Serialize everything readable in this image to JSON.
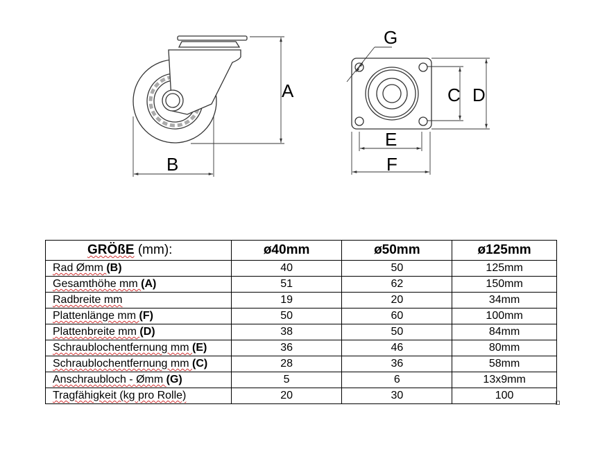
{
  "drawing": {
    "labels": {
      "a": "A",
      "b": "B",
      "c": "C",
      "d": "D",
      "e": "E",
      "f": "F",
      "g": "G"
    }
  },
  "table": {
    "header": {
      "title_bold": "GRÖßE",
      "title_rest": " (mm):",
      "cols": [
        "ø40mm",
        "ø50mm",
        "ø125mm"
      ]
    },
    "rows": [
      {
        "label": "Rad Ømm ",
        "key": "(B)",
        "values": [
          "40",
          "50",
          "125mm"
        ]
      },
      {
        "label": "Gesamthöhe mm ",
        "key": "(A)",
        "values": [
          "51",
          "62",
          "150mm"
        ]
      },
      {
        "label": "Radbreite mm",
        "key": "",
        "values": [
          "19",
          "20",
          "34mm"
        ]
      },
      {
        "label": "Plattenlänge mm ",
        "key": "(F)",
        "values": [
          "50",
          "60",
          "100mm"
        ]
      },
      {
        "label": "Plattenbreite mm ",
        "key": "(D)",
        "values": [
          "38",
          "50",
          "84mm"
        ]
      },
      {
        "label": "Schraublochentfernung mm ",
        "key": "(E)",
        "values": [
          "36",
          "46",
          "80mm"
        ]
      },
      {
        "label": "Schraublochentfernung mm ",
        "key": "(C)",
        "values": [
          "28",
          "36",
          "58mm"
        ]
      },
      {
        "label": "Anschraubloch - Ømm ",
        "key": "(G)",
        "values": [
          "5",
          "6",
          "13x9mm"
        ]
      },
      {
        "label": "Tragfähigkeit (kg pro Rolle)",
        "key": "",
        "values": [
          "20",
          "30",
          "100"
        ]
      }
    ]
  }
}
